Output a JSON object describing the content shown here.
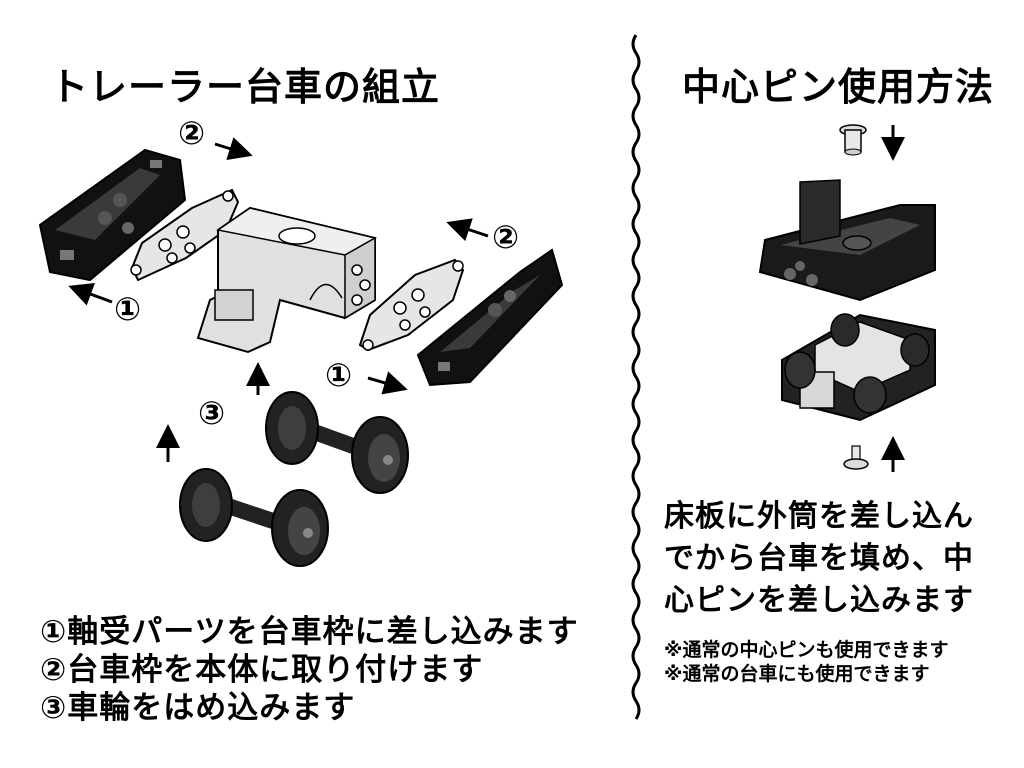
{
  "left_panel": {
    "title": "トレーラー台車の組立",
    "labels": {
      "one": "①",
      "two": "②",
      "three": "③"
    },
    "steps": [
      "①軸受パーツを台車枠に差し込みます",
      "②台車枠を本体に取り付けます",
      "③車輪をはめ込みます"
    ]
  },
  "right_panel": {
    "title": "中心ピン使用方法",
    "description_lines": [
      "床板に外筒を差し込ん",
      "でから台車を填め、中",
      "心ピンを差し込みます"
    ],
    "notes": [
      "※通常の中心ピンも使用できます",
      "※通常の台車にも使用できます"
    ]
  }
}
